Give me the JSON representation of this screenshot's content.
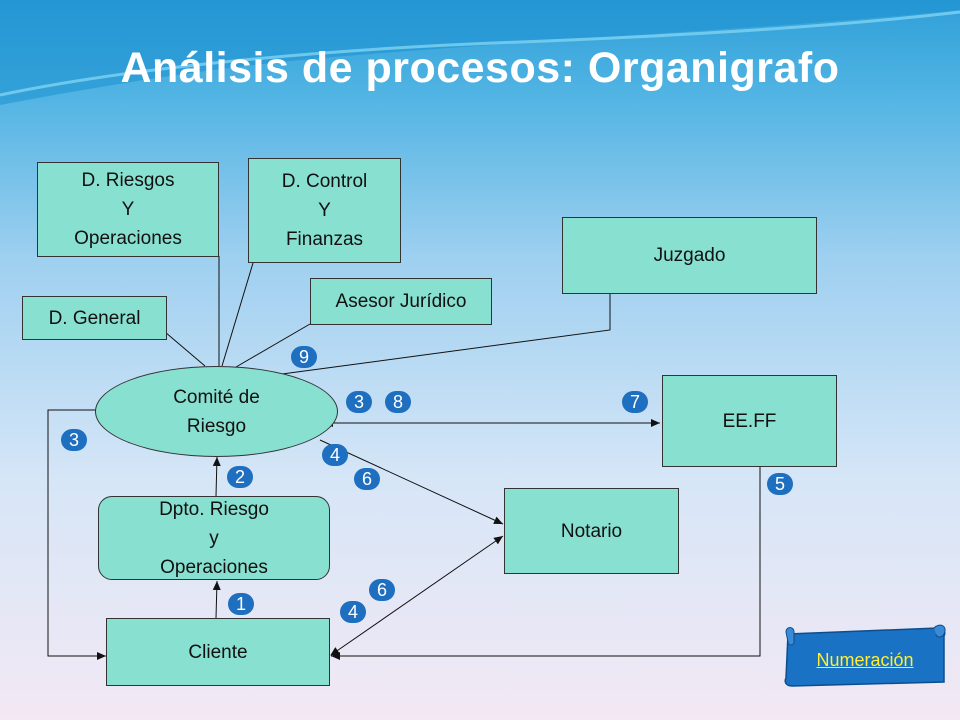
{
  "title": "Análisis de procesos: Organigrafo",
  "nodes": {
    "d_riesgos": [
      "D. Riesgos",
      "Y",
      "Operaciones"
    ],
    "d_control": [
      "D. Control",
      "Y",
      "Finanzas"
    ],
    "d_general": "D. General",
    "asesor": "Asesor Jurídico",
    "juzgado": "Juzgado",
    "comite": [
      "Comité de",
      "Riesgo"
    ],
    "eeff": "EE.FF",
    "dpto": [
      "Dpto. Riesgo",
      "y",
      "Operaciones"
    ],
    "notario": "Notario",
    "cliente": "Cliente"
  },
  "badges": {
    "b9": "9",
    "b3a": "3",
    "b8": "8",
    "b7": "7",
    "b3b": "3",
    "b4a": "4",
    "b6a": "6",
    "b2": "2",
    "b5": "5",
    "b6b": "6",
    "b1": "1",
    "b4b": "4"
  },
  "nav": {
    "numeracion": "Numeración"
  },
  "colors": {
    "box_fill": "#88e0d0",
    "badge": "#1f6fc0",
    "link": "#ffee33"
  }
}
